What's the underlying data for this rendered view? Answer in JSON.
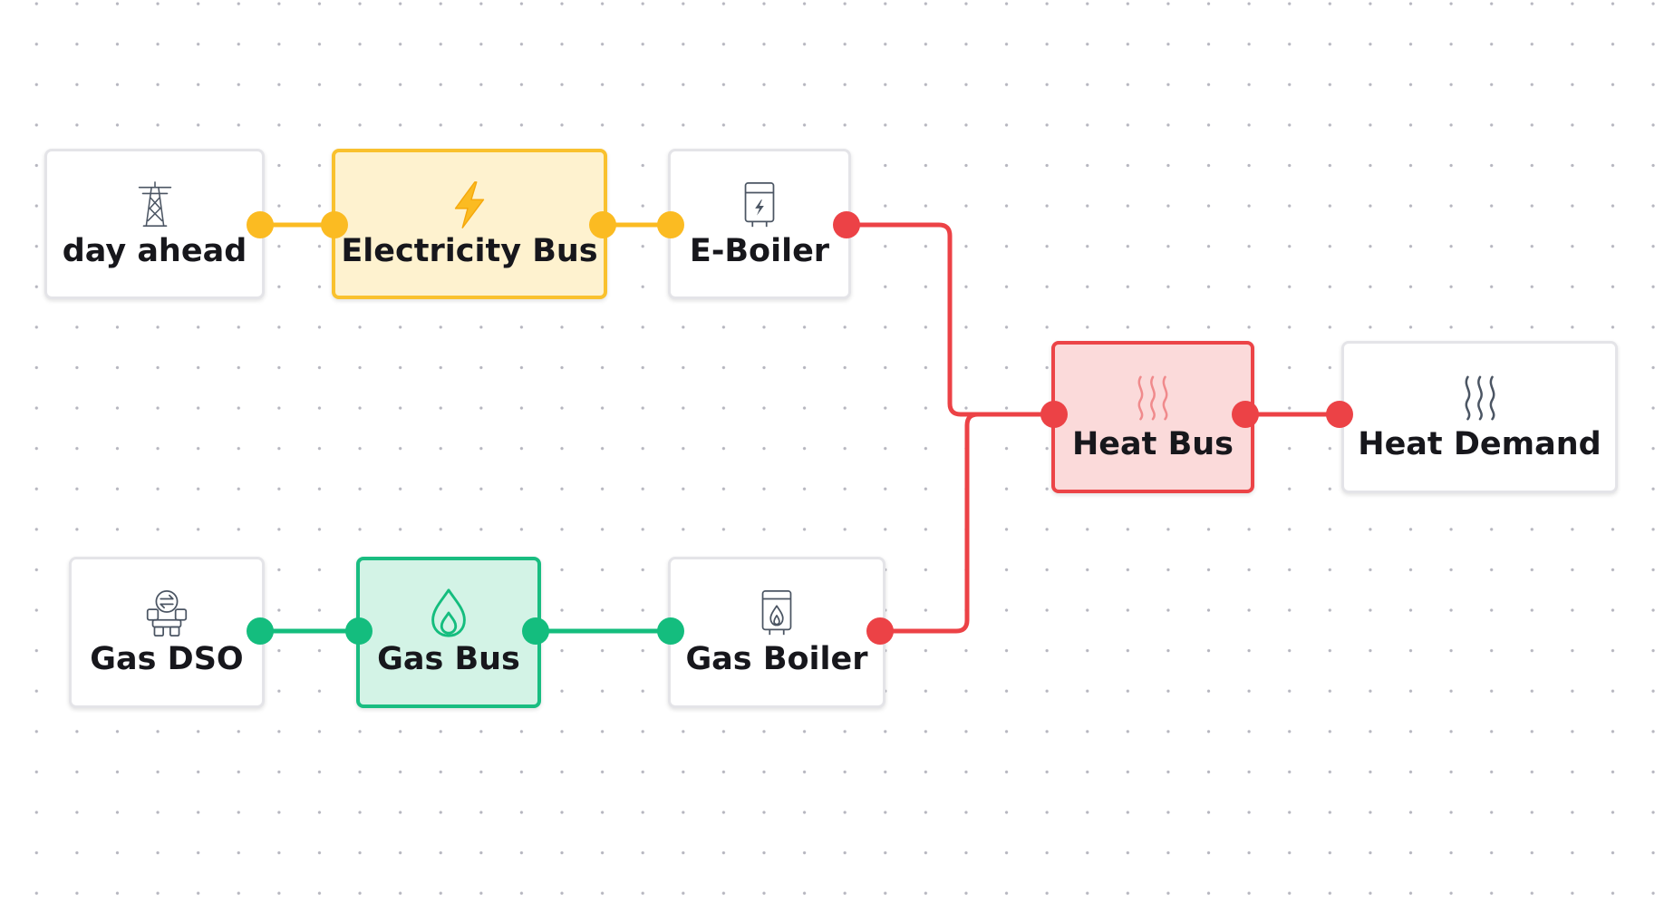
{
  "colors": {
    "electricity": "#fbbb22",
    "gas": "#14bd7e",
    "heat": "#ec4246"
  },
  "nodes": {
    "day_ahead": {
      "label": "day ahead",
      "icon": "power-tower-icon"
    },
    "electricity_bus": {
      "label": "Electricity Bus",
      "icon": "lightning-bolt-icon"
    },
    "e_boiler": {
      "label": "E-Boiler",
      "icon": "electric-boiler-icon"
    },
    "heat_bus": {
      "label": "Heat Bus",
      "icon": "heat-waves-icon"
    },
    "heat_demand": {
      "label": "Heat Demand",
      "icon": "heat-waves-icon"
    },
    "gas_dso": {
      "label": "Gas DSO",
      "icon": "gas-dso-icon"
    },
    "gas_bus": {
      "label": "Gas Bus",
      "icon": "flame-icon"
    },
    "gas_boiler": {
      "label": "Gas Boiler",
      "icon": "gas-boiler-icon"
    }
  },
  "edges": [
    {
      "from": "day ahead",
      "to": "Electricity Bus",
      "carrier": "electricity"
    },
    {
      "from": "Electricity Bus",
      "to": "E-Boiler",
      "carrier": "electricity"
    },
    {
      "from": "E-Boiler",
      "to": "Heat Bus",
      "carrier": "heat"
    },
    {
      "from": "Gas DSO",
      "to": "Gas Bus",
      "carrier": "gas"
    },
    {
      "from": "Gas Bus",
      "to": "Gas Boiler",
      "carrier": "gas"
    },
    {
      "from": "Gas Boiler",
      "to": "Heat Bus",
      "carrier": "heat"
    },
    {
      "from": "Heat Bus",
      "to": "Heat Demand",
      "carrier": "heat"
    }
  ]
}
